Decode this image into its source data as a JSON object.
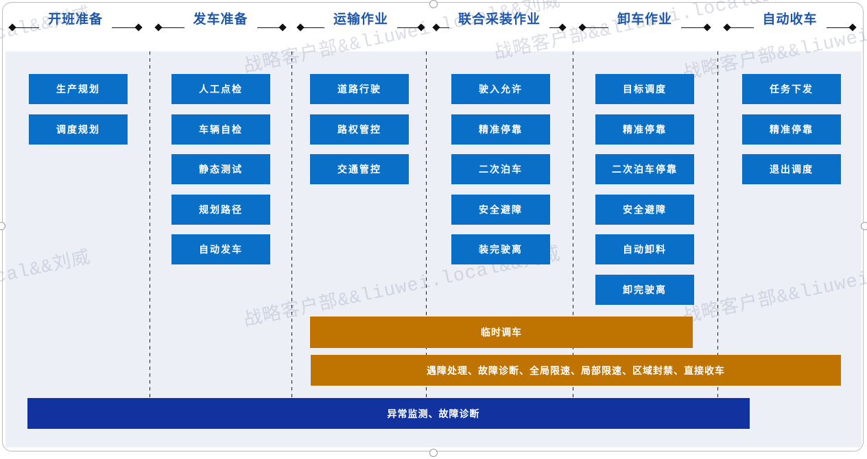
{
  "colors": {
    "accent_blue": "#0a70c7",
    "bar_orange": "#bf7300",
    "bar_navy": "#12339f",
    "header_text": "#1e56a8",
    "panel_bg": "#edeff7"
  },
  "watermark": {
    "text": "战略客户部&&liuwei.local&&刘威"
  },
  "stages": [
    {
      "title": "开班准备",
      "steps": [
        "生产规划",
        "调度规划"
      ]
    },
    {
      "title": "发车准备",
      "steps": [
        "人工点检",
        "车辆自检",
        "静态测试",
        "规划路径",
        "自动发车"
      ]
    },
    {
      "title": "运输作业",
      "steps": [
        "道路行驶",
        "路权管控",
        "交通管控"
      ]
    },
    {
      "title": "联合采装作业",
      "steps": [
        "驶入允许",
        "精准停靠",
        "二次泊车",
        "安全避障",
        "装完驶离"
      ]
    },
    {
      "title": "卸车作业",
      "steps": [
        "目标调度",
        "精准停靠",
        "二次泊车停靠",
        "安全避障",
        "自动卸料",
        "卸完驶离"
      ]
    },
    {
      "title": "自动收车",
      "steps": [
        "任务下发",
        "精准停靠",
        "退出调度"
      ]
    }
  ],
  "overlay_bars": {
    "temporary_dispatch": "临时调车",
    "exception_handling": "遇障处理、故障诊断、全局限速、局部限速、区域封禁、直接收车",
    "anomaly_monitoring": "异常监测、故障诊断"
  }
}
